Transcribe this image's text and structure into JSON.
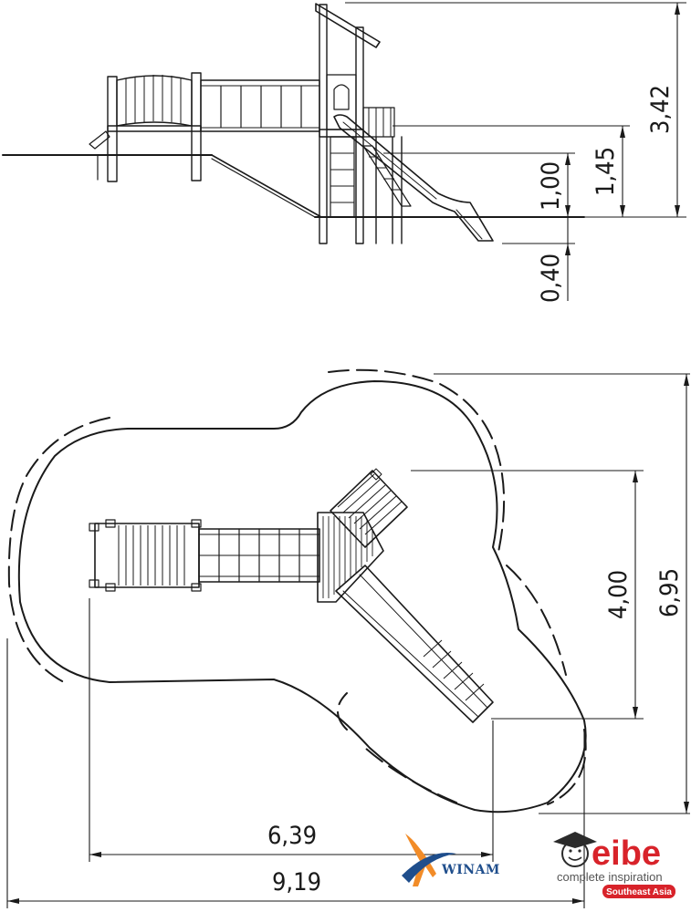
{
  "dimensions": {
    "side_view": {
      "total_height": "3,42",
      "platform_height": "1,45",
      "upper_height": "1,00",
      "foundation_depth": "0,40"
    },
    "plan_view": {
      "structure_depth": "4,00",
      "safety_zone_depth": "6,95",
      "structure_width": "6,39",
      "safety_zone_width": "9,19"
    }
  },
  "logos": {
    "winam": {
      "name": "WINAM",
      "colors": {
        "primary": "#1f4e8c",
        "accent": "#f28c28"
      }
    },
    "eibe": {
      "name": "eibe",
      "tagline": "complete inspiration",
      "region": "Southeast Asia",
      "colors": {
        "brand": "#d8232a",
        "text": "#555555"
      }
    }
  }
}
